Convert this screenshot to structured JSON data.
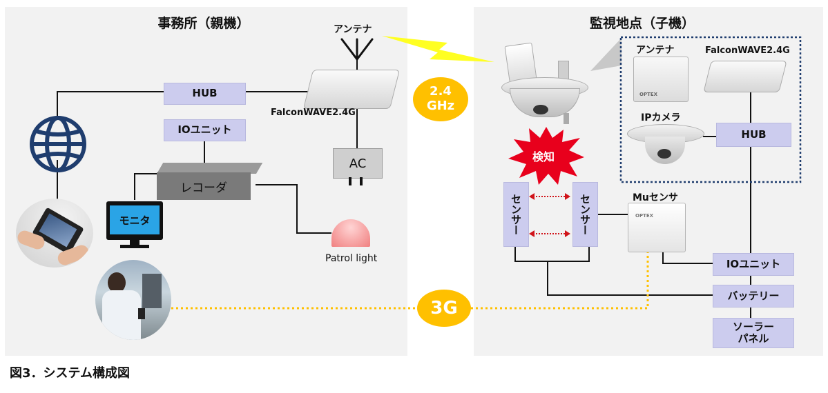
{
  "office": {
    "title": "事務所（親機）"
  },
  "monitor_point": {
    "title": "監視地点（子機）"
  },
  "labels": {
    "hub": "HUB",
    "io_unit": "IOユニット",
    "recorder": "レコーダ",
    "monitor": "モニタ",
    "antenna": "アンテナ",
    "falconwave_parent": "FalconWAVE2.4G",
    "ac": "AC",
    "patrol_light": "Patrol light",
    "freq": "2.4\nGHz",
    "three_g": "3G",
    "detect": "検知",
    "sensor_left": "センサー",
    "sensor_right": "センサー",
    "mu_sensor": "Muセンサ",
    "child_antenna": "アンテナ",
    "falconwave_child": "FalconWAVE2.4G",
    "ip_camera": "IPカメラ",
    "child_hub": "HUB",
    "child_io_unit": "IOユニット",
    "battery": "バッテリー",
    "solar_panel": "ソーラー\nパネル",
    "device_brand": "OPTEX"
  },
  "caption": "図3．システム構成図",
  "colors": {
    "panel_bg": "#f2f2f2",
    "label_box": "#ccccee",
    "accent_yellow": "#ffc000",
    "globe_blue": "#1f3d6e",
    "detect_red": "#e8001c"
  }
}
